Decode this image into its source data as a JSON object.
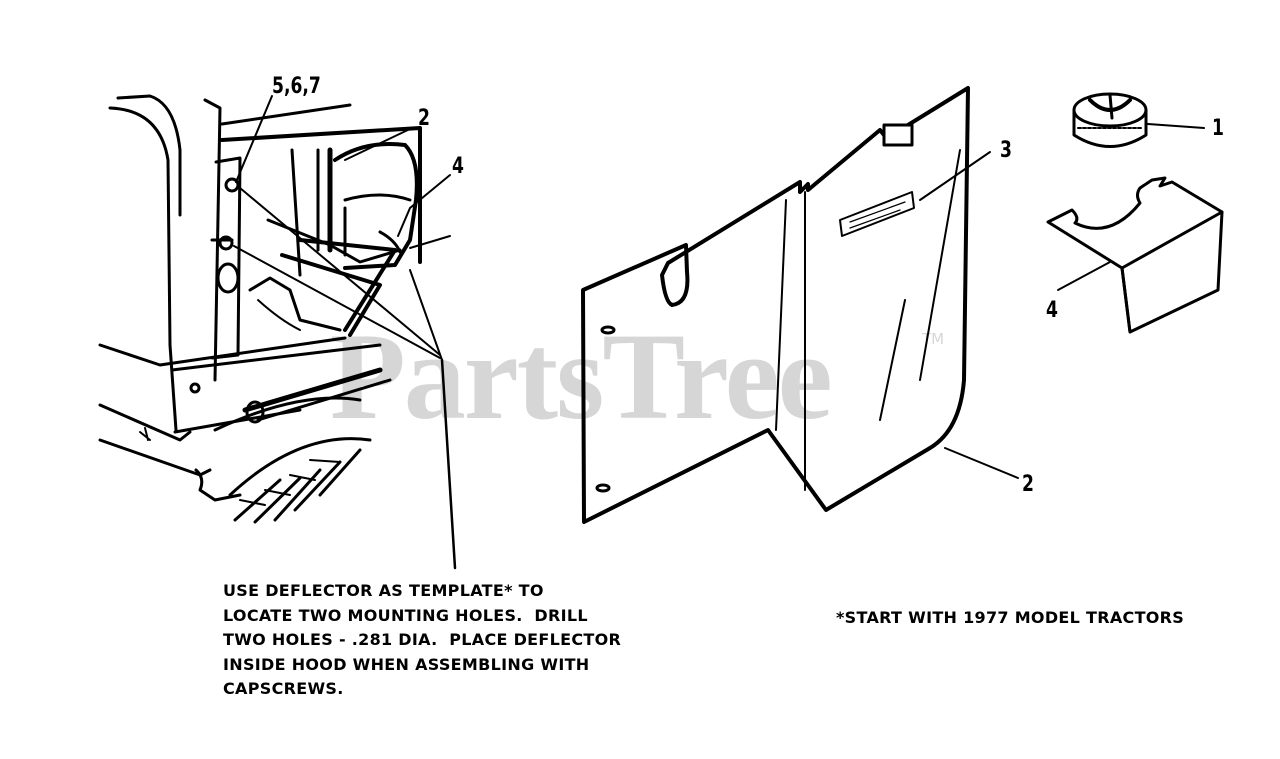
{
  "watermark": {
    "text": "PartsTree",
    "tm": "TM"
  },
  "callouts": {
    "c567": "5,6,7",
    "c2_left": "2",
    "c4_left": "4",
    "c3": "3",
    "c2_right": "2",
    "c1": "1",
    "c4_right": "4"
  },
  "notes": {
    "left": "USE DEFLECTOR AS TEMPLATE* TO\nLOCATE TWO MOUNTING HOLES.  DRILL\nTWO HOLES - .281 DIA.  PLACE DEFLECTOR\nINSIDE HOOD WHEN ASSEMBLING WITH\nCAPSCREWS.",
    "right": "*START WITH 1977 MODEL TRACTORS"
  }
}
